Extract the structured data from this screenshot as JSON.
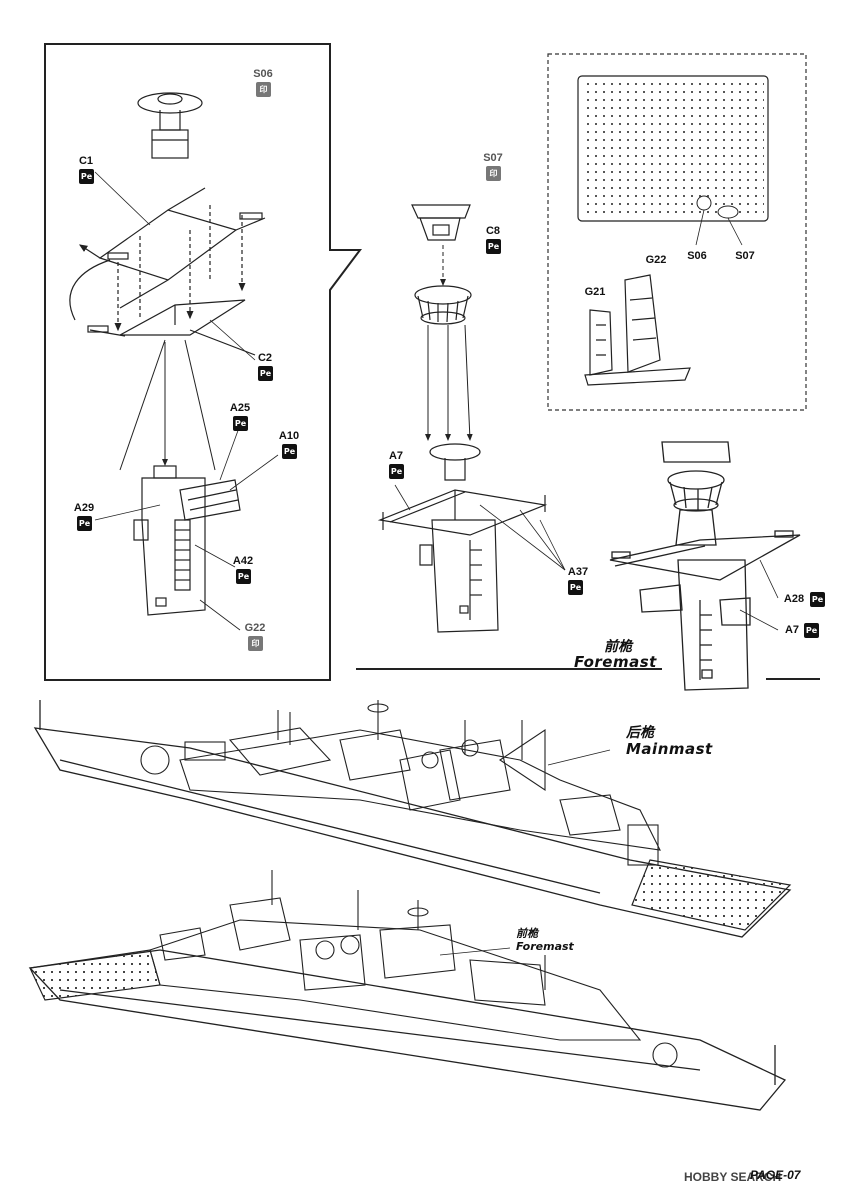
{
  "panel_left": {
    "S06": "S06",
    "C1": "C1",
    "C2": "C2",
    "A25": "A25",
    "A10": "A10",
    "A29": "A29",
    "A42": "A42",
    "G22": "G22"
  },
  "panel_mid": {
    "S07": "S07",
    "C8": "C8",
    "A7": "A7",
    "A37": "A37",
    "foremast_cn": "前桅",
    "foremast_en": "Foremast"
  },
  "sprue_box": {
    "S06": "S06",
    "S07": "S07",
    "G22": "G22",
    "G21": "G21"
  },
  "mast_detail": {
    "A28": "A28",
    "A7": "A7"
  },
  "ship1": {
    "mainmast_cn": "后桅",
    "mainmast_en": "Mainmast"
  },
  "ship2": {
    "foremast_cn": "前桅",
    "foremast_en": "Foremast"
  },
  "chips": {
    "pe": "Pe",
    "plastic": "印"
  },
  "footer": {
    "watermark": "HOBBY SEARCH",
    "page": "PAGE-07"
  },
  "colors": {
    "photo_etch_chip": "#111111",
    "plastic_chip": "#777777",
    "line": "#222222"
  }
}
